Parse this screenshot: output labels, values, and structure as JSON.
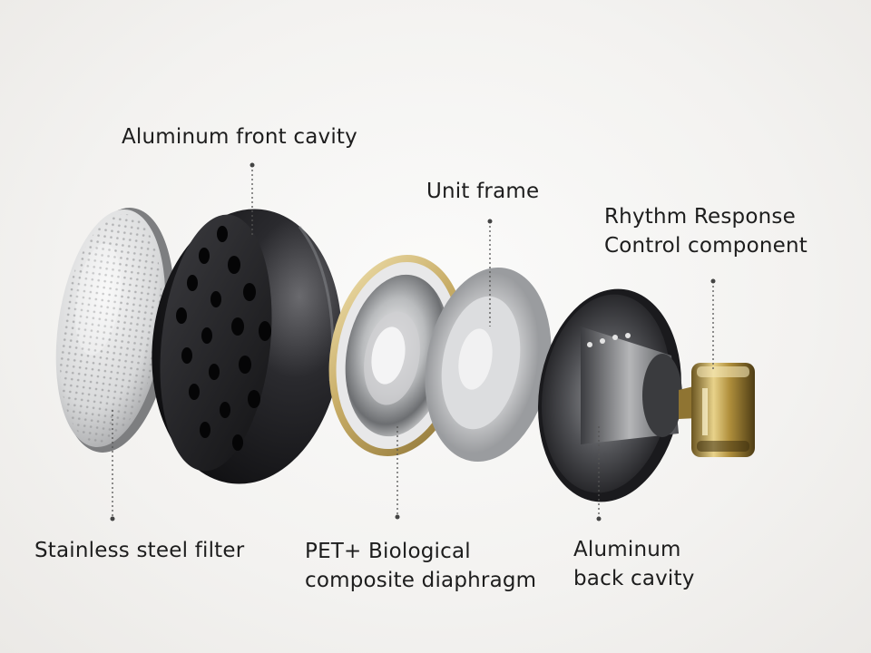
{
  "labels": {
    "front_cavity": "Aluminum front cavity",
    "unit_frame": "Unit frame",
    "rhythm_line1": "Rhythm Response",
    "rhythm_line2": "Control component",
    "filter": "Stainless steel filter",
    "diaphragm_line1": "PET+ Biological",
    "diaphragm_line2": "composite diaphragm",
    "back_cavity_line1": "Aluminum",
    "back_cavity_line2": "back cavity"
  },
  "colors": {
    "background": "#f3f2f0",
    "text": "#1d1d1d",
    "leader_line": "#555555",
    "front_cavity": "#1c1c1f",
    "gold_trim": "#c8ad67",
    "steel": "#d9dadb"
  }
}
